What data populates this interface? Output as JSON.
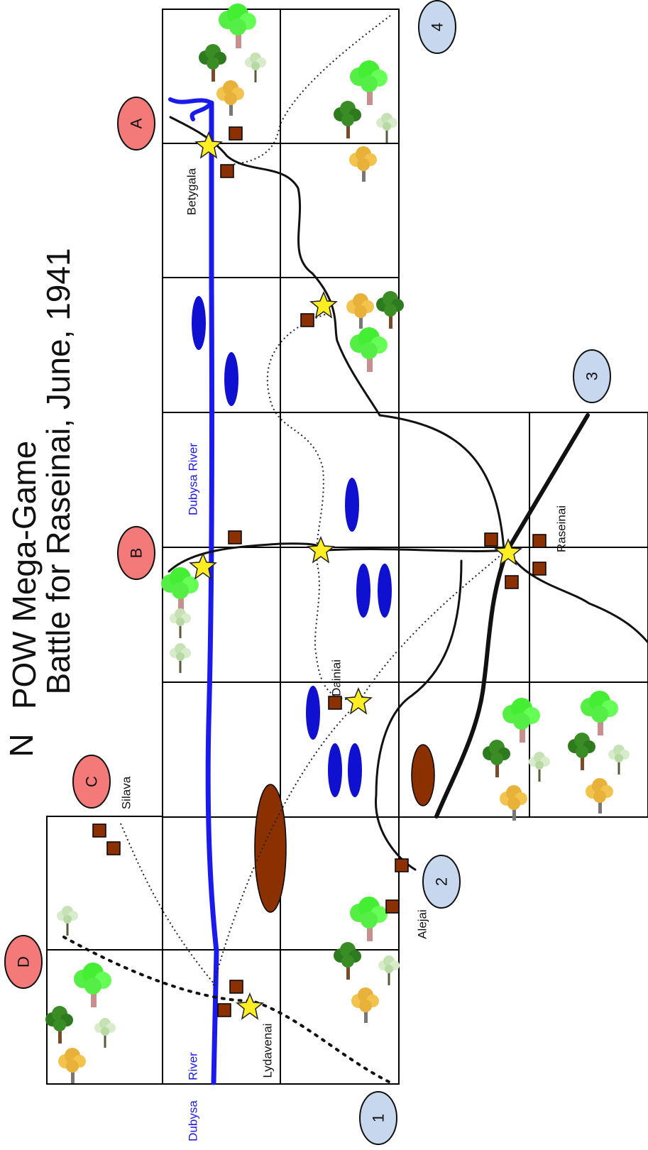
{
  "title": {
    "line1": "POW Mega-Game",
    "line2": "Battle for Raseinai, June, 1941"
  },
  "north_label": "N",
  "towns": {
    "betygala": "Betygala",
    "raseinai": "Raseinai",
    "dainiai": "Dainiai",
    "silava": "Silava",
    "alejai": "Alejai",
    "lydavenai": "Lydavenai"
  },
  "rivers": {
    "upper": "Dubysa River",
    "lower_1": "Dubysa",
    "lower_2": "River"
  },
  "entry_points": {
    "A": "A",
    "B": "B",
    "C": "C",
    "D": "D",
    "one": "1",
    "two": "2",
    "three": "3",
    "four": "4"
  },
  "colors": {
    "river": "#1a1aee",
    "lake": "#1010d0",
    "marsh": "#8b3000",
    "building": "#8b3000",
    "objective_star": "#ffee22",
    "letter_marker": "#f47a7a",
    "number_marker": "#c7d8ee",
    "grid": "#000000"
  }
}
